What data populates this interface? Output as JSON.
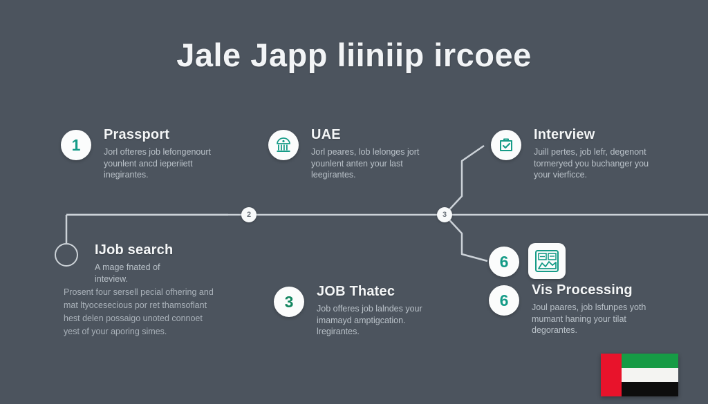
{
  "page": {
    "title": "Jale Japp liiniip ircoee",
    "background_color": "#4c545e",
    "accent_color": "#149b87",
    "accent_deep_color": "#12855f",
    "text_color": "#f4f6f7",
    "muted_text_color": "#b9c1c8"
  },
  "steps": [
    {
      "badge": "1",
      "badge_kind": "number",
      "title": "Prassport",
      "desc_lines": [
        "Jorl ofteres job lefongenourt",
        "younlent ancd ieperiiett",
        "inegirantes."
      ]
    },
    {
      "badge": "bank-icon",
      "badge_kind": "icon",
      "title": "UAE",
      "desc_lines": [
        "Jorl peares, lob lelonges jort",
        "younlent anten your last",
        "leegirantes."
      ]
    },
    {
      "badge": "clipboard-check-icon",
      "badge_kind": "icon",
      "title": "Interview",
      "desc_lines": [
        "Juill pertes, job lefr, degenont",
        "tormeryed you buchanger you",
        "your vierficce."
      ]
    },
    {
      "badge": "ring-node",
      "badge_kind": "ring",
      "title": "IJob search",
      "desc_lines": [
        "A mage fnated of",
        "inteview."
      ]
    },
    {
      "badge": "3",
      "badge_kind": "number",
      "title": "JOB Thatec",
      "desc_lines": [
        "Job offeres job lalndes your",
        "imamayd amptigcation.",
        "lregirantes."
      ]
    },
    {
      "badge": "6",
      "badge_kind": "number",
      "title": "Vis Processing",
      "desc_lines": [
        "Joul paares, job lsfunpes yoth",
        "mumant haning your tilat",
        "degorantes."
      ]
    }
  ],
  "timeline_nodes": [
    {
      "label": "2"
    },
    {
      "label": "3"
    }
  ],
  "mid_badge": {
    "label": "6"
  },
  "chart_tile": {
    "icon": "dashboard-chart-icon"
  },
  "paragraph": {
    "lines": [
      "Prosent four sersell pecial ofhering and",
      "mat ltyocesecious por ret thamsoflant",
      "hest delen possaigo unoted connoet",
      "yest of your aporing simes."
    ]
  },
  "flag": {
    "name": "uae-flag",
    "colors": {
      "red": "#e8132b",
      "green": "#169b45",
      "white": "#f4f4f2",
      "black": "#0d0d0d"
    }
  }
}
